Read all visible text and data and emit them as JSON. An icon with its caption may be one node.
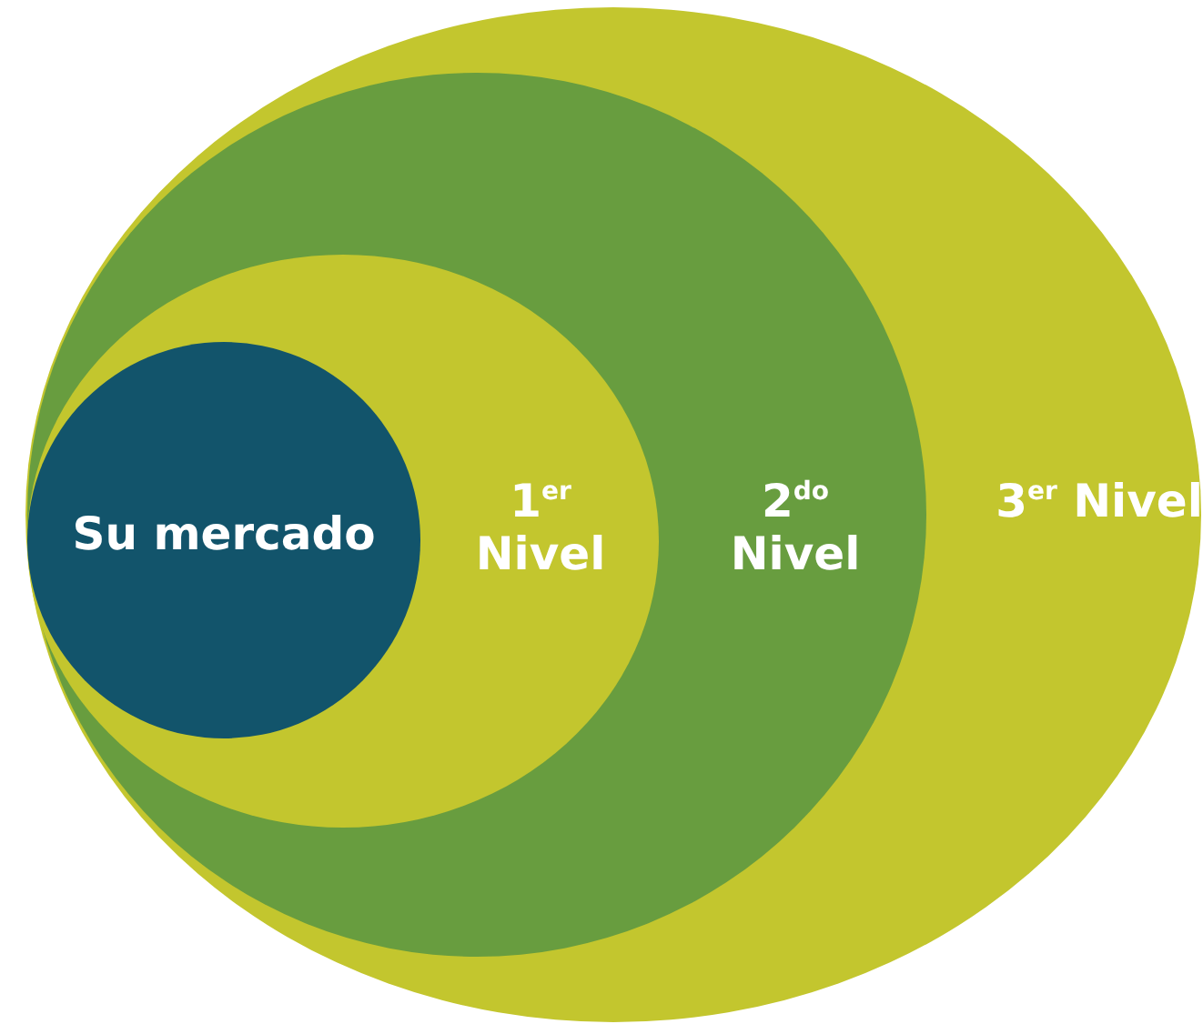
{
  "diagram": {
    "nodes": [
      {
        "text": [
          "3$^{er}$ Nivel"
        ]
      },
      {
        "text": [
          "2$^{do}$ Nivel"
        ],
        "in": 0
      },
      {
        "text": [
          "1$^{er}$ Nivel"
        ],
        "in": 1
      },
      {
        "text": [
          "Su mercado"
        ],
        "in": 2
      }
    ]
  }
}
